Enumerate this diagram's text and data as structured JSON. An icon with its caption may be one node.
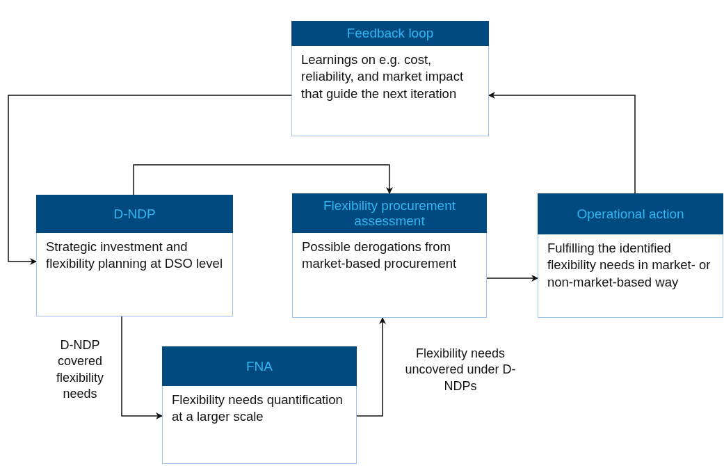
{
  "diagram": {
    "nodes": [
      {
        "text": [
          "Feedback loop",
          "Learnings on e.g. cost, reliability, and market impact  that guide the next iteration"
        ]
      },
      {
        "text": [
          "D-NDP",
          "Strategic investment and flexibility planning at DSO level"
        ]
      },
      {
        "text": [
          "Flexibility procurement assessment",
          "Possible derogations from market-based procurement"
        ]
      },
      {
        "text": [
          "Operational action",
          "Fulfilling the identified flexibility needs in market- or non-market-based way"
        ]
      },
      {
        "text": [
          "FNA",
          "Flexibility needs quantification at a larger scale"
        ]
      }
    ],
    "edges": [
      {
        "from": 0,
        "to": 1,
        "arrow": "to"
      },
      {
        "from": 1,
        "to": 2,
        "arrow": "to"
      },
      {
        "from": 2,
        "to": 3,
        "arrow": "to"
      },
      {
        "from": 3,
        "to": 0,
        "arrow": "to"
      },
      {
        "from": 1,
        "to": 4,
        "arrow": "to",
        "label": "D-NDP covered flexibility needs"
      },
      {
        "from": 4,
        "to": 2,
        "arrow": "to",
        "label": "Flexibility needs uncovered under D-NDPs"
      }
    ]
  }
}
